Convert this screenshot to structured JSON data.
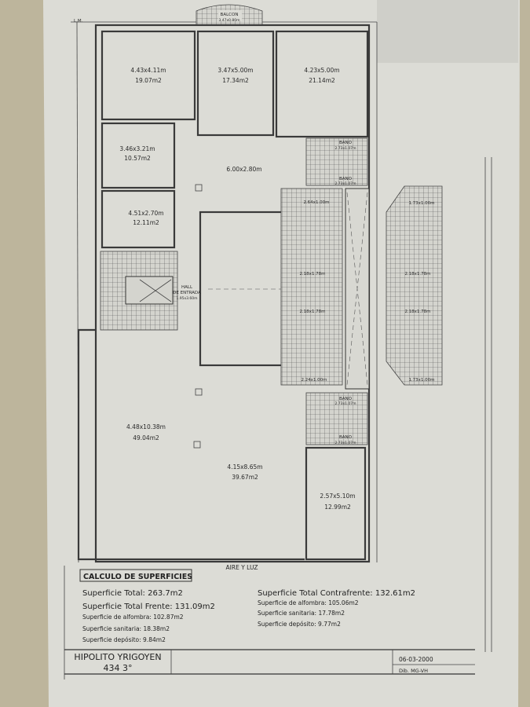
{
  "plan": {
    "lm_label": "L.M.",
    "balcony": {
      "label": "BALCON",
      "dims": "3.47x0.80m"
    },
    "rooms": [
      {
        "dims": "4.43x4.11m",
        "area": "19.07m2"
      },
      {
        "dims": "3.47x5.00m",
        "area": "17.34m2"
      },
      {
        "dims": "4.23x5.00m",
        "area": "21.14m2"
      },
      {
        "dims": "3.46x3.21m",
        "area": "10.57m2"
      },
      {
        "dims": "6.00x2.80m",
        "area": ""
      },
      {
        "dims": "4.51x2.70m",
        "area": "12.11m2"
      },
      {
        "dims": "4.48x10.38m",
        "area": "49.04m2"
      },
      {
        "dims": "4.15x8.65m",
        "area": "39.67m2"
      },
      {
        "dims": "2.57x5.10m",
        "area": "12.99m2"
      }
    ],
    "hall": {
      "line1": "HALL",
      "line2": "DE ENTRADA",
      "dims": "1.95x3.60m"
    },
    "baths": [
      {
        "label": "BANO",
        "dims": "2.73x1.07m"
      },
      {
        "label": "BANO",
        "dims": "2.73x1.07m"
      },
      {
        "label": "BANO",
        "dims": "2.73x1.07m"
      },
      {
        "label": "BANO",
        "dims": "2.73x1.07m"
      }
    ],
    "service_rooms": [
      "2.64x1.00m",
      "2.18x1.78m",
      "2.18x1.78m",
      "2.24x1.00m"
    ],
    "annex_rooms": [
      "1.73x1.00m",
      "2.18x1.78m",
      "2.18x1.78m",
      "1.73x1.00m"
    ],
    "air_light": "AIRE Y LUZ"
  },
  "surfaces": {
    "title": "CALCULO DE SUPERFICIES",
    "left": [
      "Superficie Total: 263.7m2",
      "Superficie Total Frente:  131.09m2",
      "Superficie de alfombra: 102.87m2",
      "Superficie sanitaria: 18.38m2",
      "Superficie depósito: 9.84m2"
    ],
    "right": [
      "Superficie Total Contrafrente: 132.61m2",
      "Superficie de alfombra: 105.06m2",
      "Superficie sanitaria: 17.78m2",
      "Superficie depósito: 9.77m2"
    ]
  },
  "title_block": {
    "address_line1": "HIPOLITO YRIGOYEN",
    "address_line2": "434 3°",
    "date": "06-03-2000",
    "drawn_by": "Dib. MG-VH"
  },
  "colors": {
    "paper": "#dcdcd6",
    "background": "#bdb59c",
    "ink": "#2a2a2a"
  }
}
